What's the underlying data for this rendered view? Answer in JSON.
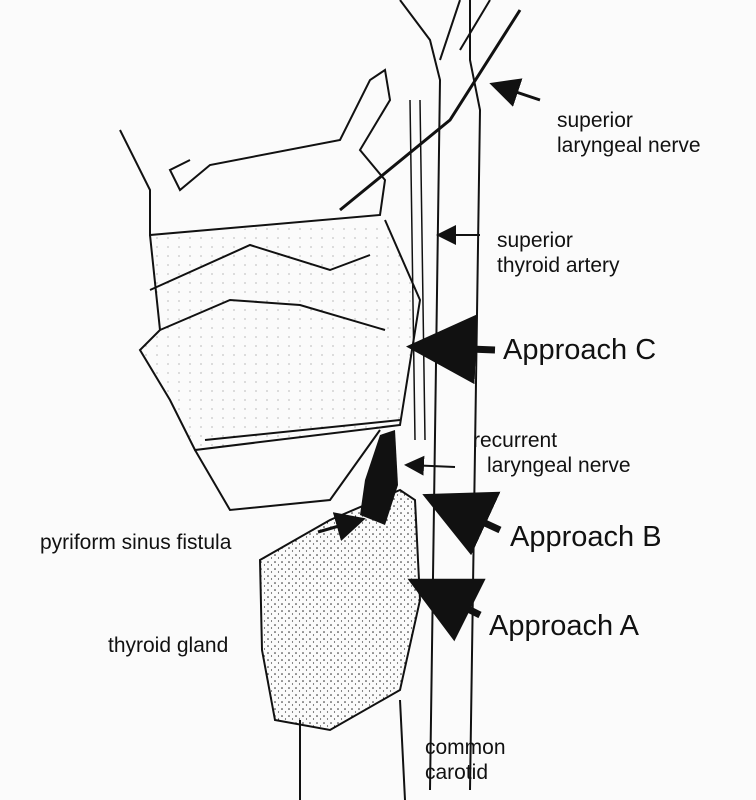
{
  "labels": {
    "superior_laryngeal_nerve": [
      "superior",
      "laryngeal nerve"
    ],
    "superior_thyroid_artery": [
      "superior",
      "thyroid artery"
    ],
    "approach_c": "Approach C",
    "recurrent_laryngeal_nerve": [
      "recurrent",
      "laryngeal nerve"
    ],
    "pyriform_sinus_fistula": "pyriform sinus fistula",
    "approach_b": "Approach B",
    "approach_a": "Approach A",
    "thyroid_gland": "thyroid gland",
    "common_carotid": [
      "common",
      "carotid"
    ]
  }
}
